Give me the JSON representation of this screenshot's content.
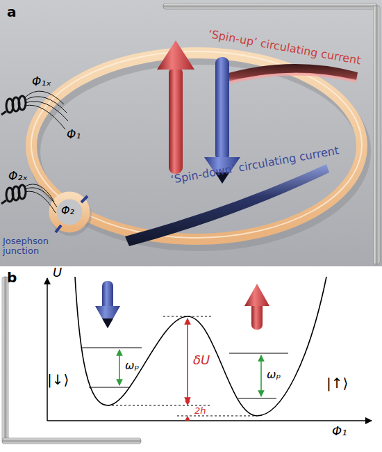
{
  "diagram": {
    "labels": [
      "a",
      "‘Spin-up’ circulating current",
      "Φ₁ₓ",
      "Φ₁",
      "‘Spin-down’ circulating current",
      "Φ₂ₓ",
      "Φ₂",
      "Josephson junction",
      "b",
      "U",
      "|↓⟩",
      "ωₚ",
      "δU",
      "ωₚ",
      "|↑⟩",
      "2h",
      "Φ₁"
    ]
  }
}
